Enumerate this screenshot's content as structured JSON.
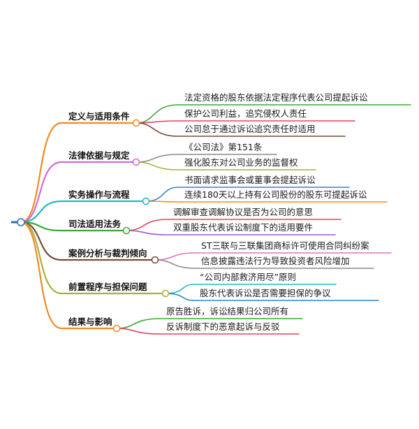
{
  "mindmap": {
    "root_color": "#2e6db4",
    "branches": [
      {
        "label": "定义与适用条件",
        "color": "#f08a24",
        "leaves": [
          {
            "label": "法定资格的股东依据法定程序代表公司提起诉讼",
            "color": "#3aa635"
          },
          {
            "label": "保护公司利益，追究侵权人责任",
            "color": "#e8415d"
          },
          {
            "label": "公司怠于通过诉讼追究责任时适用",
            "color": "#7a4a3a"
          }
        ]
      },
      {
        "label": "法律依据与规定",
        "color": "#d46bd4",
        "leaves": [
          {
            "label": "《公司法》第151条",
            "color": "#8a8a8a"
          },
          {
            "label": "强化股东对公司业务的监督权",
            "color": "#a8b035"
          }
        ]
      },
      {
        "label": "实务操作与流程",
        "color": "#1fb9c9",
        "leaves": [
          {
            "label": "书面请求监事会或董事会提起诉讼",
            "color": "#2f86c8"
          },
          {
            "label": "连续180天以上持有公司股份的股东可提起诉讼",
            "color": "#f08a24"
          }
        ]
      },
      {
        "label": "司法适用法务",
        "color": "#3aa635",
        "leaves": [
          {
            "label": "调解审查调解协议是否为公司的意思",
            "color": "#e8415d"
          },
          {
            "label": "双重股东代表诉讼制度下的适用要件",
            "color": "#9b59d0"
          }
        ]
      },
      {
        "label": "案例分析与裁判倾向",
        "color": "#7a4a3a",
        "leaves": [
          {
            "label": "ST三联与三联集团商标许可使用合同纠纷案",
            "color": "#e070c8"
          },
          {
            "label": "信息披露违法行为导致投资者风险增加",
            "color": "#8a8a8a"
          }
        ]
      },
      {
        "label": "前置程序与担保问题",
        "color": "#a8b035",
        "leaves": [
          {
            "label": "“公司内部救济用尽”原则",
            "color": "#1fb9c9"
          },
          {
            "label": "股东代表诉讼是否需要担保的争议",
            "color": "#2f86c8"
          }
        ]
      },
      {
        "label": "结果与影响",
        "color": "#f08a24",
        "leaves": [
          {
            "label": "原告胜诉，诉讼结果归公司所有",
            "color": "#3aa635"
          },
          {
            "label": "反诉制度下的恶意起诉与反驳",
            "color": "#e8415d"
          }
        ]
      }
    ]
  }
}
